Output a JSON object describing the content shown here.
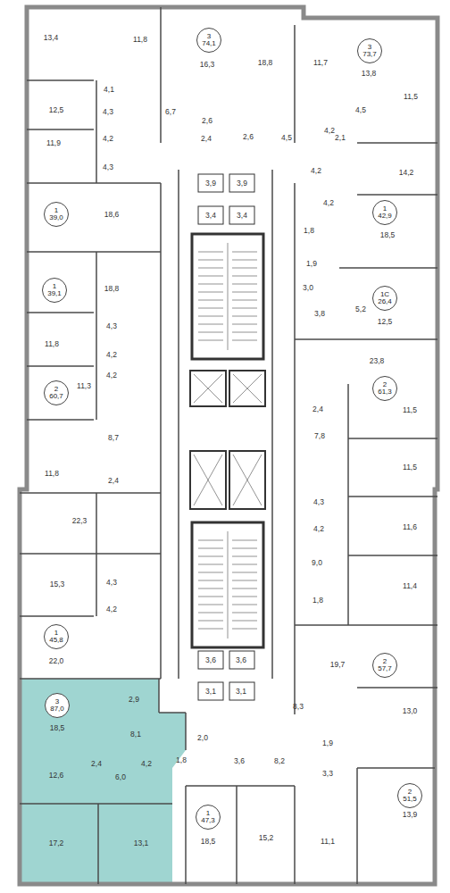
{
  "diagram": {
    "nodes": [
      {
        "text": [
          "3",
          "74,1"
        ]
      },
      {
        "text": [
          "3",
          "73,7"
        ]
      },
      {
        "text": [
          "1",
          "39,0"
        ]
      },
      {
        "text": [
          "1",
          "42,9"
        ]
      },
      {
        "text": [
          "1С",
          "26,4"
        ]
      },
      {
        "text": [
          "1",
          "39,1"
        ]
      },
      {
        "text": [
          "2",
          "61,3"
        ]
      },
      {
        "text": [
          "2",
          "60,7"
        ]
      },
      {
        "text": [
          "1",
          "45,8"
        ]
      },
      {
        "text": [
          "2",
          "57,7"
        ]
      },
      {
        "text": [
          "3",
          "87,0"
        ]
      },
      {
        "text": [
          "2",
          "51,5"
        ]
      },
      {
        "text": [
          "1",
          "47,3"
        ]
      }
    ],
    "labels": [
      "13,4",
      "11,8",
      "16,3",
      "18,8",
      "11,7",
      "13,8",
      "4,1",
      "12,5",
      "4,3",
      "6,7",
      "4,5",
      "11,5",
      "2,6",
      "4,2",
      "2,6",
      "4,5",
      "2,1",
      "4,2",
      "2,4",
      "11,9",
      "4,3",
      "4,2",
      "14,2",
      "3,9",
      "3,9",
      "4,2",
      "18,6",
      "3,4",
      "3,4",
      "1,8",
      "18,5",
      "1,9",
      "3,0",
      "18,8",
      "5,2",
      "3,8",
      "12,5",
      "4,3",
      "11,8",
      "4,2",
      "23,8",
      "4,2",
      "11,3",
      "2,4",
      "11,5",
      "8,7",
      "7,8",
      "11,5",
      "11,8",
      "2,4",
      "4,3",
      "22,3",
      "11,6",
      "4,2",
      "9,0",
      "4,3",
      "15,3",
      "11,4",
      "1,8",
      "4,2",
      "3,6",
      "3,6",
      "22,0",
      "19,7",
      "3,1",
      "3,1",
      "2,9",
      "8,3",
      "13,0",
      "18,5",
      "8,1",
      "2,0",
      "1,9",
      "3,6",
      "8,2",
      "2,4",
      "4,2",
      "1,8",
      "12,6",
      "3,3",
      "6,0",
      "13,9",
      "18,5",
      "15,2",
      "11,1",
      "17,2",
      "13,1"
    ]
  }
}
